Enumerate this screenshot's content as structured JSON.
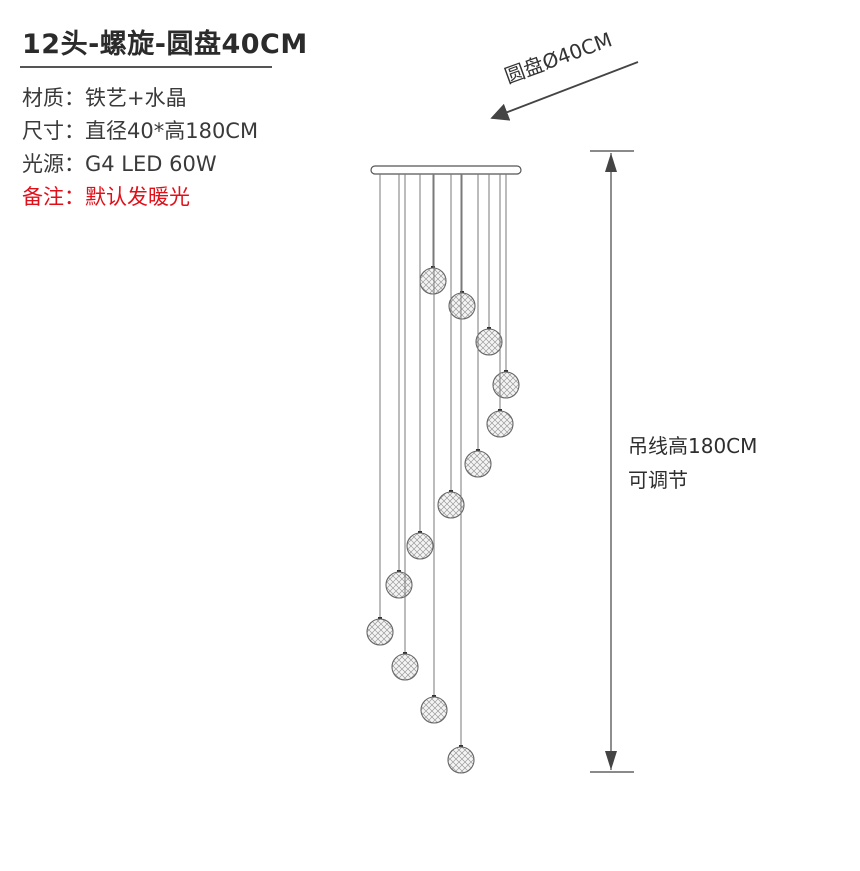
{
  "title": "12头-螺旋-圆盘40CM",
  "specs": [
    {
      "label": "材质：",
      "value": "铁艺+水晶"
    },
    {
      "label": "尺寸：",
      "value": "直径40*高180CM"
    },
    {
      "label": "光源：",
      "value": "G4 LED 60W"
    },
    {
      "label": "备注：",
      "value": "默认发暖光"
    }
  ],
  "diameter_label": "圆盘Ø40CM",
  "height_label_line1": "吊线高180CM",
  "height_label_line2": "可调节",
  "colors": {
    "note": "#e0101a",
    "line": "#555555",
    "text": "#333333"
  },
  "icon": "spiral-pendant-chandelier-drawing"
}
